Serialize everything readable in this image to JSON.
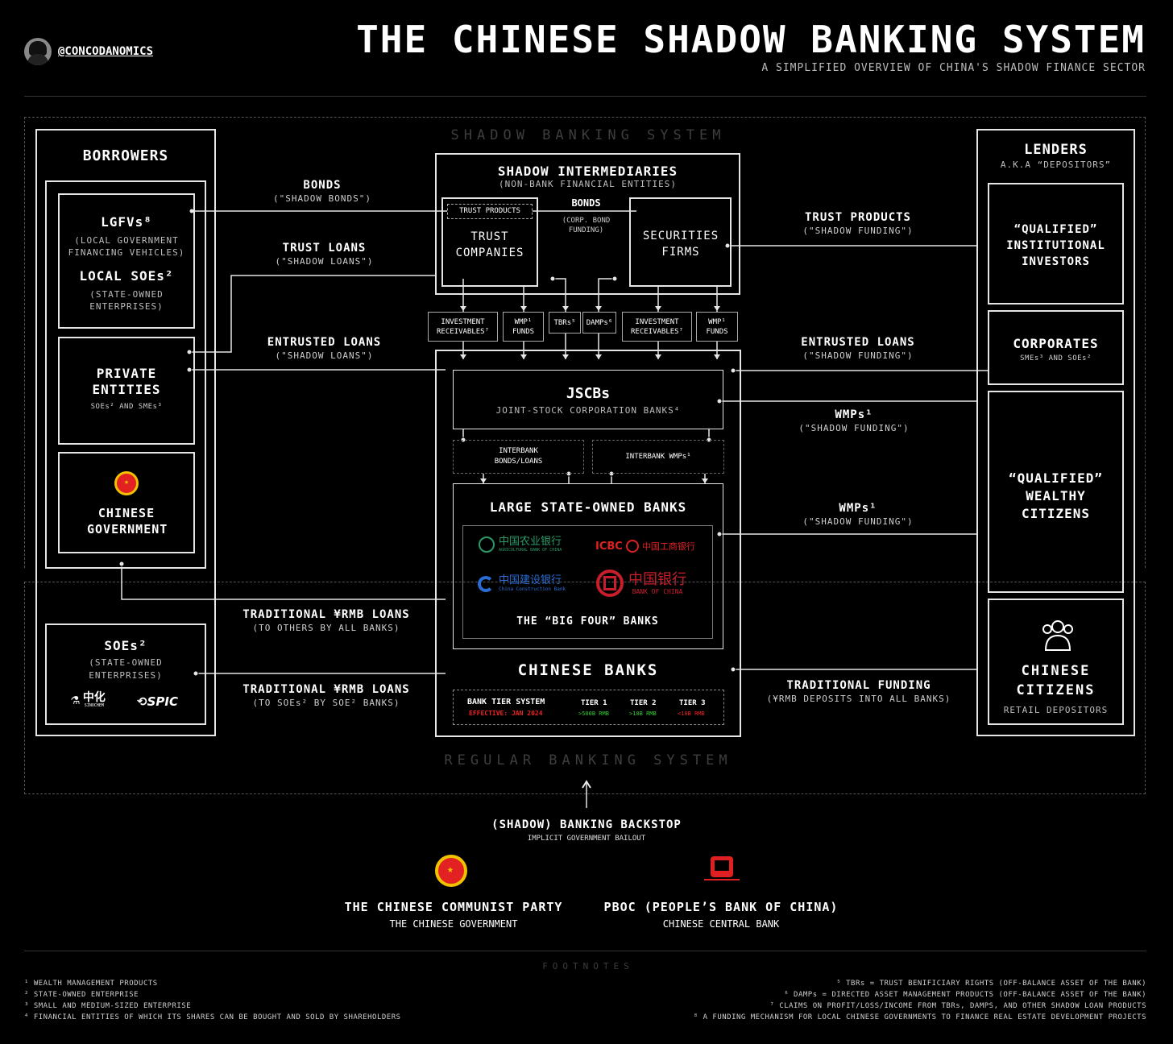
{
  "header": {
    "handle": "@CONCODANOMICS",
    "title": "THE CHINESE SHADOW BANKING SYSTEM",
    "subtitle": "A SIMPLIFIED OVERVIEW OF CHINA'S SHADOW FINANCE SECTOR"
  },
  "sections": {
    "shadow": "SHADOW BANKING SYSTEM",
    "regular": "REGULAR BANKING SYSTEM",
    "footnotes": "FOOTNOTES"
  },
  "borrowers": {
    "title": "BORROWERS",
    "lgfv": {
      "title": "LGFVs⁸",
      "sub": "(LOCAL GOVERNMENT FINANCING VEHICLES)"
    },
    "local_soes": {
      "title": "LOCAL SOEs²",
      "sub": "(STATE-OWNED ENTERPRISES)"
    },
    "private": {
      "title": "PRIVATE ENTITIES",
      "sub": "SOEs² AND SMEs³"
    },
    "gov": {
      "title": "CHINESE GOVERNMENT"
    },
    "soes": {
      "title": "SOEs²",
      "sub": "(STATE-OWNED ENTERPRISES)",
      "logo1": "中化",
      "logo1_sub": "SINOCHEM",
      "logo2": "SPIC"
    }
  },
  "intermediaries": {
    "title": "SHADOW INTERMEDIARIES",
    "sub": "(NON-BANK FINANCIAL ENTITIES)",
    "trust_products": "TRUST PRODUCTS",
    "trust": "TRUST COMPANIES",
    "securities": "SECURITIES FIRMS",
    "bonds": "BONDS",
    "bonds_sub": "(CORP. BOND FUNDING)"
  },
  "products": [
    {
      "label": "INVESTMENT RECEIVABLES⁷"
    },
    {
      "label": "WMP¹ FUNDS"
    },
    {
      "label": "TBRs⁵"
    },
    {
      "label": "DAMPs⁶"
    },
    {
      "label": "INVESTMENT RECEIVABLES⁷"
    },
    {
      "label": "WMP¹ FUNDS"
    }
  ],
  "banks": {
    "jscb": "JSCBs",
    "jscb_sub": "JOINT-STOCK CORPORATION BANKS⁴",
    "interbank1": "INTERBANK BONDS/LOANS",
    "interbank2": "INTERBANK WMPs¹",
    "large": "LARGE STATE-OWNED BANKS",
    "abc": "中国农业银行",
    "abc_sub": "AGRICULTURAL BANK OF CHINA",
    "icbc": "ICBC",
    "icbc_cn": "中国工商银行",
    "ccb": "中国建设银行",
    "ccb_sub": "China Construction Bank",
    "boc": "中国银行",
    "boc_sub": "BANK OF CHINA",
    "big4": "THE “BIG FOUR” BANKS",
    "chinese": "CHINESE BANKS",
    "tier_title": "BANK TIER SYSTEM",
    "tier_eff": "EFFECTIVE: JAN 2024",
    "tiers": [
      {
        "name": "TIER 1",
        "val": ">500B RMB"
      },
      {
        "name": "TIER 2",
        "val": ">10B RMB"
      },
      {
        "name": "TIER 3",
        "val": "<10B RMB"
      }
    ]
  },
  "lenders": {
    "title": "LENDERS",
    "sub": "A.K.A “DEPOSITORS”",
    "qii": "“QUALIFIED” INSTITUTIONAL INVESTORS",
    "corp": "CORPORATES",
    "corp_sub": "SMEs³ AND SOEs²",
    "qwc": "“QUALIFIED” WEALTHY CITIZENS",
    "citizens": "CHINESE CITIZENS",
    "citizens_sub": "RETAIL DEPOSITORS"
  },
  "flows": [
    {
      "a": "BONDS",
      "b": "(\"SHADOW BONDS\")"
    },
    {
      "a": "TRUST LOANS",
      "b": "(\"SHADOW LOANS\")"
    },
    {
      "a": "ENTRUSTED LOANS",
      "b": "(\"SHADOW LOANS\")"
    },
    {
      "a": "TRADITIONAL ¥RMB LOANS",
      "b": "(TO OTHERS BY ALL BANKS)"
    },
    {
      "a": "TRADITIONAL ¥RMB LOANS",
      "b": "(TO SOEs² BY SOE² BANKS)"
    },
    {
      "a": "TRUST PRODUCTS",
      "b": "(\"SHADOW FUNDING\")"
    },
    {
      "a": "ENTRUSTED LOANS",
      "b": "(\"SHADOW FUNDING\")"
    },
    {
      "a": "WMPs¹",
      "b": "(\"SHADOW FUNDING\")"
    },
    {
      "a": "WMPs¹",
      "b": "(\"SHADOW FUNDING\")"
    },
    {
      "a": "TRADITIONAL FUNDING",
      "b": "(¥RMB DEPOSITS INTO ALL BANKS)"
    }
  ],
  "backstop": {
    "title": "(SHADOW) BANKING BACKSTOP",
    "sub": "IMPLICIT GOVERNMENT BAILOUT",
    "ccp": "THE CHINESE COMMUNIST PARTY",
    "ccp_sub": "THE CHINESE GOVERNMENT",
    "pboc": "PBOC (PEOPLE’S BANK OF CHINA)",
    "pboc_sub": "CHINESE CENTRAL BANK"
  },
  "footnotes_left": [
    "¹ WEALTH MANAGEMENT PRODUCTS",
    "² STATE-OWNED ENTERPRISE",
    "³ SMALL AND MEDIUM-SIZED ENTERPRISE",
    "⁴ FINANCIAL ENTITIES OF WHICH ITS SHARES CAN BE BOUGHT AND SOLD BY SHAREHOLDERS"
  ],
  "footnotes_right": [
    "⁵ TBRs = TRUST BENIFICIARY RIGHTS (OFF-BALANCE ASSET OF THE BANK)",
    "⁶ DAMPs = DIRECTED ASSET MANAGEMENT PRODUCTS (OFF-BALANCE ASSET OF THE BANK)",
    "⁷ CLAIMS ON PROFIT/LOSS/INCOME FROM TBRs, DAMPS, AND OTHER SHADOW LOAN PRODUCTS",
    "⁸ A FUNDING MECHANISM FOR LOCAL CHINESE GOVERNMENTS TO FINANCE REAL ESTATE DEVELOPMENT PROJECTS"
  ],
  "colors": {
    "accent_red": "#e22222",
    "green": "#33cc33",
    "emblem_gold": "#f2c200"
  }
}
